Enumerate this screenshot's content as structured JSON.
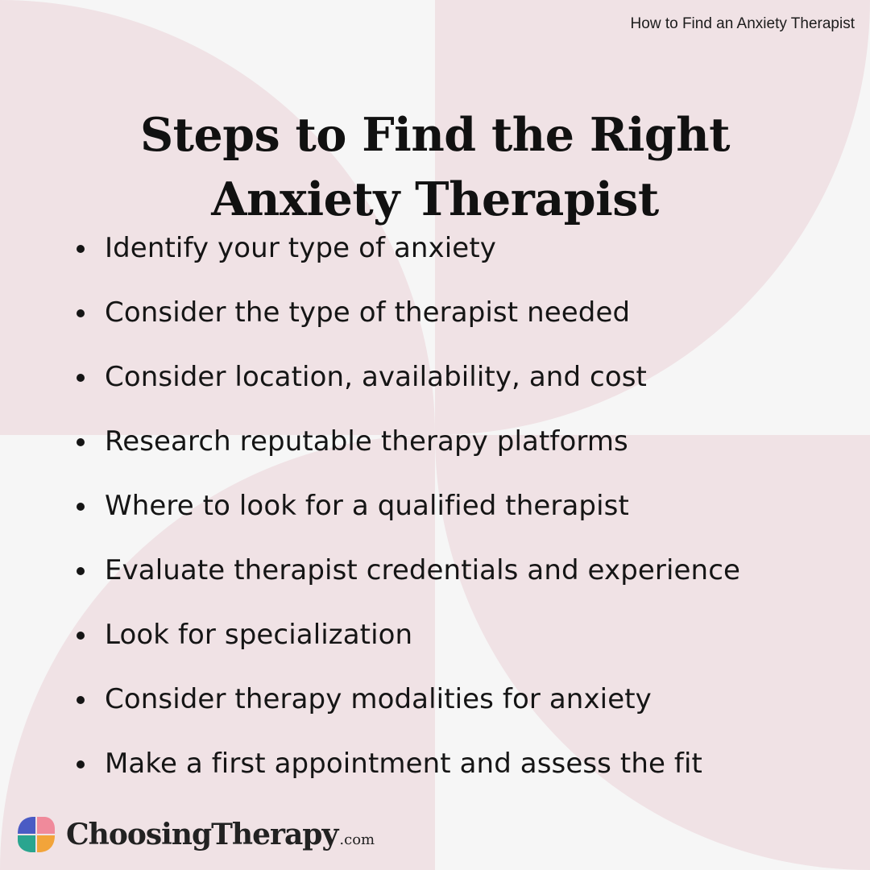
{
  "header": {
    "label": "How to Find an Anxiety Therapist"
  },
  "title": {
    "line1": "Steps to Find the Right",
    "line2": "Anxiety Therapist"
  },
  "steps": [
    "Identify your type of anxiety",
    "Consider the type of therapist needed",
    "Consider location, availability, and cost",
    "Research reputable therapy platforms",
    "Where to look for a qualified therapist",
    "Evaluate therapist credentials and experience",
    "Look for specialization",
    "Consider therapy modalities for anxiety",
    "Make a first appointment and assess the fit"
  ],
  "brand": {
    "name": "ChoosingTherapy",
    "tld": ".com",
    "icon": "logo-mark-icon"
  },
  "colors": {
    "background": "#f6f6f6",
    "shape_pink": "#f0e2e5",
    "text": "#141414",
    "logo_blue": "#4a5bc4",
    "logo_pink": "#f08a9b",
    "logo_teal": "#2aa58f",
    "logo_orange": "#f2a43a"
  }
}
